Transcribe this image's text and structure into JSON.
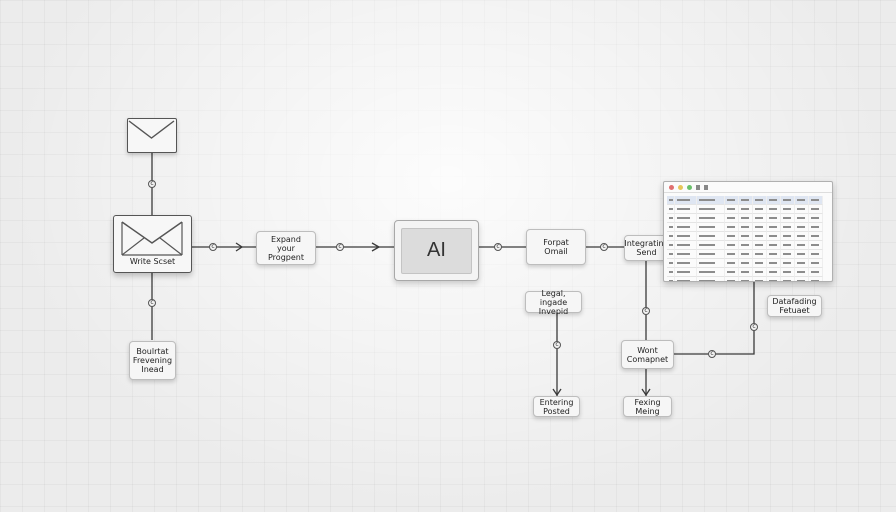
{
  "nodes": {
    "email_main": "Write Scset",
    "prompt": "Expand\nyour\nProgpent",
    "ai": "AI",
    "format": "Forpat\nOmail",
    "integrating": "Integrating\nSend",
    "legal": "Legal, ingade\nInvepid",
    "review": "Boulrtat\nFrevening\nInead",
    "wont": "Wont\nComapnet",
    "database": "Datafading\nFetuaet",
    "entering": "Entering\nPosted",
    "fexing": "Fexing\nMeing"
  },
  "icons": [
    "envelope-icon",
    "spreadsheet-icon"
  ],
  "colors": {
    "wire": "#3a3a3a",
    "sheet_header": "#dfe6f2",
    "traffic_red": "#e07070",
    "traffic_yellow": "#e7c65a",
    "traffic_green": "#69c06a"
  }
}
